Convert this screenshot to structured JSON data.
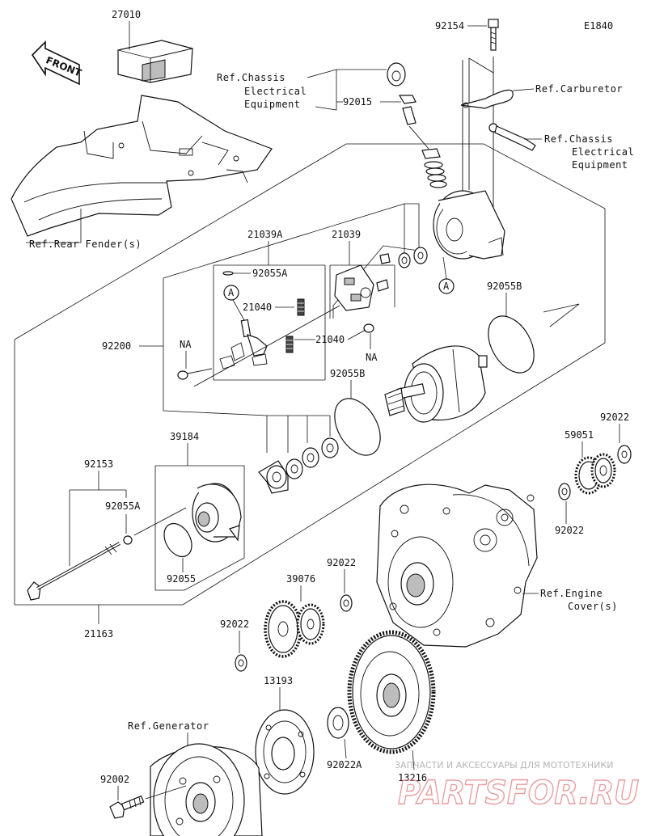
{
  "diagram_code": "E1840",
  "front_label": "FRONT",
  "parts": {
    "p27010": "27010",
    "p92154": "92154",
    "p92015": "92015",
    "p21039A": "21039A",
    "p21039": "21039",
    "p92055A_top": "92055A",
    "p21040_a": "21040",
    "p21040_b": "21040",
    "p92200": "92200",
    "p92055B_a": "92055B",
    "p92055B_b": "92055B",
    "p39184": "39184",
    "p92153": "92153",
    "p92055A_low": "92055A",
    "p92055": "92055",
    "p21163": "21163",
    "p92022_a": "92022",
    "p59051": "59051",
    "p92022_b": "92022",
    "p92022_c": "92022",
    "p39076": "39076",
    "p92022_d": "92022",
    "p13193": "13193",
    "p92022A": "92022A",
    "p13216": "13216",
    "p92002": "92002",
    "na_a": "NA",
    "na_b": "NA",
    "marker_a1": "A",
    "marker_a2": "A"
  },
  "references": {
    "rear_fender": "Ref.Rear Fender(s)",
    "chassis_elec_1_l1": "Ref.Chassis",
    "chassis_elec_1_l2": "Electrical",
    "chassis_elec_1_l3": "Equipment",
    "carburetor": "Ref.Carburetor",
    "chassis_elec_2_l1": "Ref.Chassis",
    "chassis_elec_2_l2": "Electrical",
    "chassis_elec_2_l3": "Equipment",
    "engine_cover_l1": "Ref.Engine",
    "engine_cover_l2": "Cover(s)",
    "generator": "Ref.Generator"
  },
  "watermark": {
    "top_line": "ЗАПЧАСТИ И АКСЕССУАРЫ ДЛЯ МОТОТЕХНИКИ",
    "brand": "PARTSFOR.RU"
  },
  "colors": {
    "line": "#111111",
    "watermark": "#e07a7a"
  }
}
